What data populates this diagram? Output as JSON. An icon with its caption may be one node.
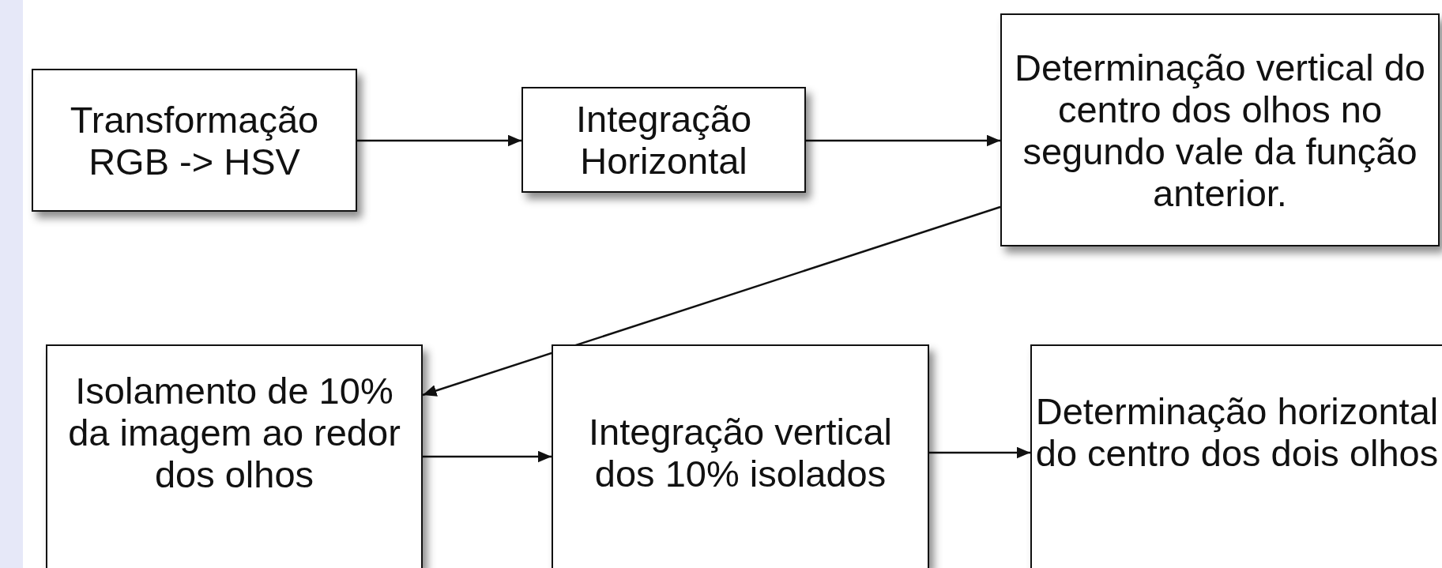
{
  "diagram": {
    "nodes": [
      {
        "text": [
          "Transformação RGB -> HSV"
        ]
      },
      {
        "text": [
          "Integração Horizontal"
        ]
      },
      {
        "text": [
          "Determinação vertical do centro dos olhos no segundo vale da função anterior."
        ]
      },
      {
        "text": [
          "Isolamento de 10% da imagem ao redor dos olhos"
        ]
      },
      {
        "text": [
          "Integração vertical dos 10% isolados"
        ]
      },
      {
        "text": [
          "Determinação horizontal do centro dos dois olhos"
        ]
      }
    ],
    "edges": [
      {
        "from": 0,
        "to": 1,
        "arrow": "to"
      },
      {
        "from": 1,
        "to": 2,
        "arrow": "to"
      },
      {
        "from": 2,
        "to": 3,
        "arrow": "to"
      },
      {
        "from": 3,
        "to": 4,
        "arrow": "to"
      },
      {
        "from": 4,
        "to": 5,
        "arrow": "to"
      }
    ]
  }
}
